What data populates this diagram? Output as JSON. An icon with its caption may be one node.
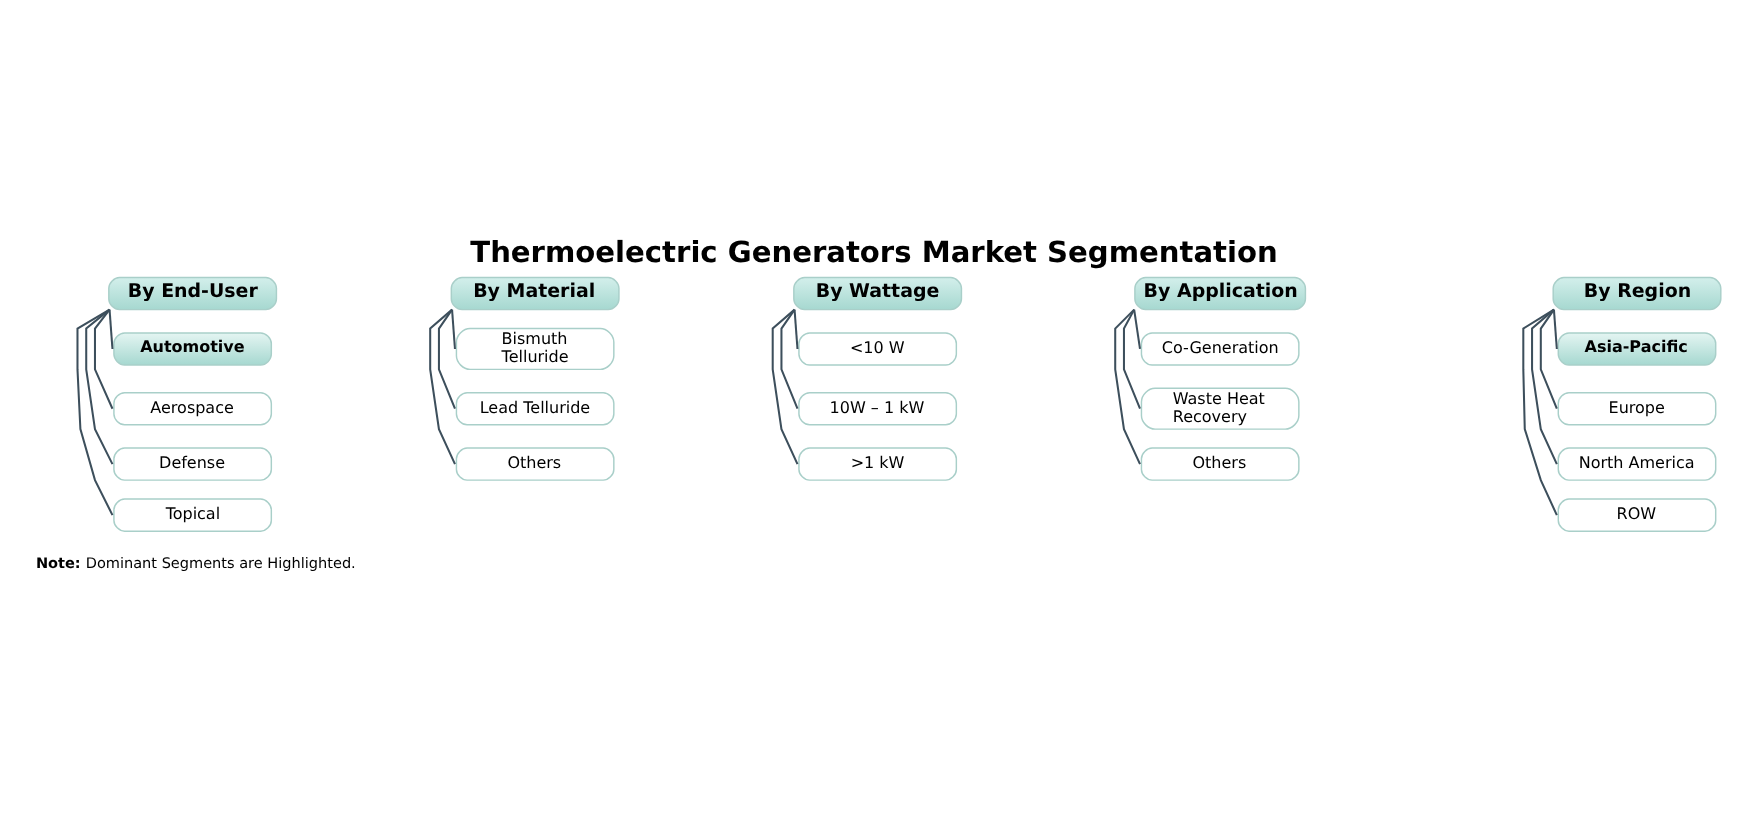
{
  "diagram": {
    "title": "Thermoelectric Generators Market Segmentation",
    "nodes": [
      {
        "text": [
          "By End-User"
        ]
      },
      {
        "text": [
          "Automotive"
        ]
      },
      {
        "text": [
          "Aerospace"
        ]
      },
      {
        "text": [
          "Defense"
        ]
      },
      {
        "text": [
          "Topical"
        ]
      },
      {
        "text": [
          "By Material"
        ]
      },
      {
        "text": [
          "Bismuth Telluride"
        ]
      },
      {
        "text": [
          "Lead Telluride"
        ]
      },
      {
        "text": [
          "Others"
        ]
      },
      {
        "text": [
          "By Wattage"
        ]
      },
      {
        "text": [
          "<10 W"
        ]
      },
      {
        "text": [
          "10W – 1 kW"
        ]
      },
      {
        "text": [
          ">1 kW"
        ]
      },
      {
        "text": [
          "By Application"
        ]
      },
      {
        "text": [
          "Co-Generation"
        ]
      },
      {
        "text": [
          "Waste Heat Recovery"
        ]
      },
      {
        "text": [
          "Others"
        ]
      },
      {
        "text": [
          "By Region"
        ]
      },
      {
        "text": [
          "Asia-Pacific"
        ]
      },
      {
        "text": [
          "Europe"
        ]
      },
      {
        "text": [
          "North America"
        ]
      },
      {
        "text": [
          "ROW"
        ]
      }
    ],
    "edges": [
      {
        "from": 0,
        "to": 1,
        "arrow": "none"
      },
      {
        "from": 0,
        "to": 2,
        "arrow": "none"
      },
      {
        "from": 0,
        "to": 3,
        "arrow": "none"
      },
      {
        "from": 0,
        "to": 4,
        "arrow": "none"
      },
      {
        "from": 5,
        "to": 6,
        "arrow": "none"
      },
      {
        "from": 5,
        "to": 7,
        "arrow": "none"
      },
      {
        "from": 5,
        "to": 8,
        "arrow": "none"
      },
      {
        "from": 9,
        "to": 10,
        "arrow": "none"
      },
      {
        "from": 9,
        "to": 11,
        "arrow": "none"
      },
      {
        "from": 9,
        "to": 12,
        "arrow": "none"
      },
      {
        "from": 13,
        "to": 14,
        "arrow": "none"
      },
      {
        "from": 13,
        "to": 15,
        "arrow": "none"
      },
      {
        "from": 13,
        "to": 16,
        "arrow": "none"
      },
      {
        "from": 17,
        "to": 18,
        "arrow": "none"
      },
      {
        "from": 17,
        "to": 19,
        "arrow": "none"
      },
      {
        "from": 17,
        "to": 20,
        "arrow": "none"
      },
      {
        "from": 17,
        "to": 21,
        "arrow": "none"
      }
    ],
    "labels": [
      "**Note:** Dominant Segments are Highlighted."
    ]
  }
}
